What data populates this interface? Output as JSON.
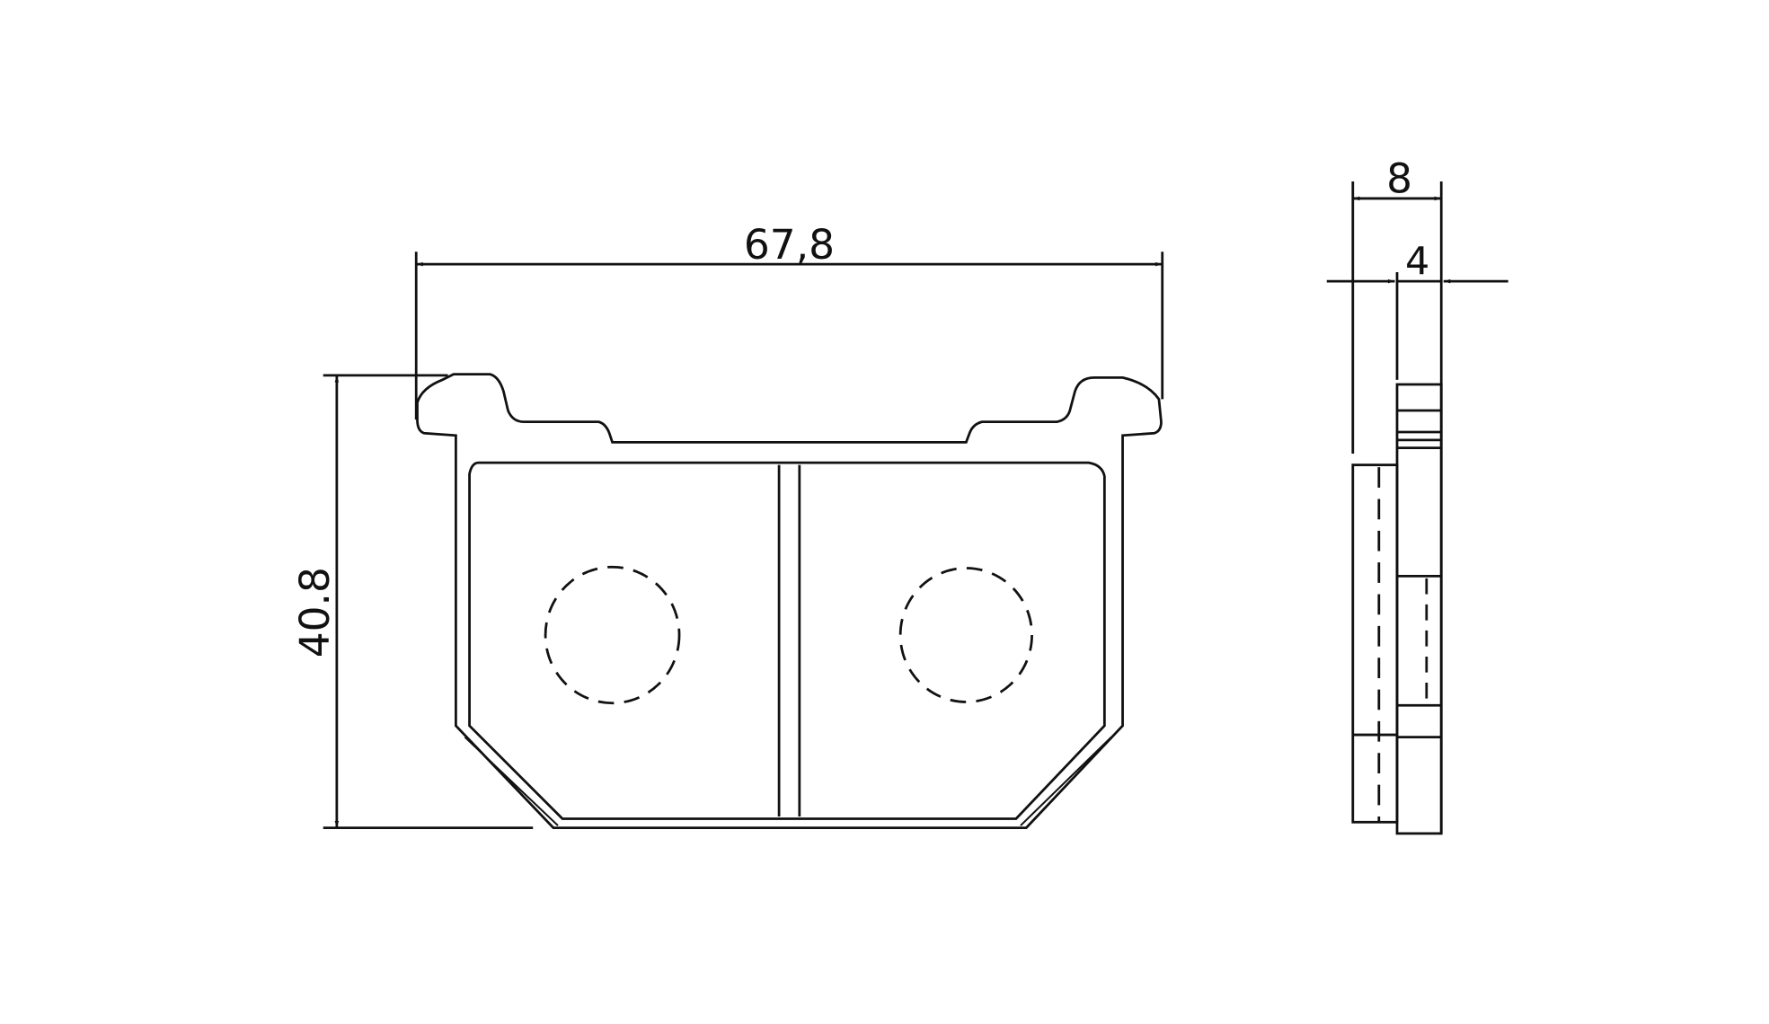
{
  "drawing": {
    "dimensions": {
      "width": "67,8",
      "height": "40.8",
      "thickness_total": "8",
      "thickness_plate": "4"
    },
    "colors": {
      "line": "#111111",
      "background": "#ffffff"
    }
  }
}
